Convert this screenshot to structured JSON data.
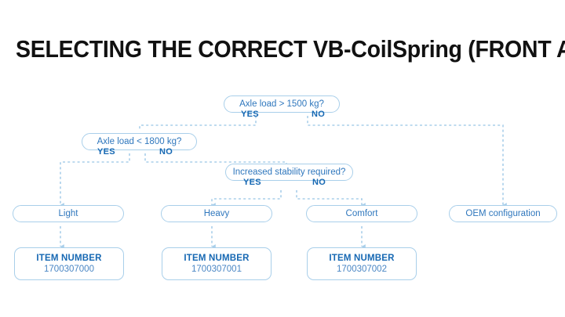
{
  "title": "SELECTING THE CORRECT VB-CoilSpring (FRONT AXLE)",
  "colors": {
    "node_border": "#a9cfea",
    "node_text": "#2f77bd",
    "label_blue": "#1668b3",
    "connector": "#a9cfea",
    "title_black": "#111111",
    "background": "#ffffff"
  },
  "decisions": [
    {
      "id": "axle-load-1500",
      "question": "Axle load > 1500 kg?",
      "yes_label": "YES",
      "no_label": "NO"
    },
    {
      "id": "axle-load-1800",
      "question": "Axle load < 1800 kg?",
      "yes_label": "YES",
      "no_label": "NO"
    },
    {
      "id": "increased-stability",
      "question": "Increased stability required?",
      "yes_label": "YES",
      "no_label": "NO"
    }
  ],
  "categories": [
    {
      "id": "light",
      "label": "Light"
    },
    {
      "id": "heavy",
      "label": "Heavy"
    },
    {
      "id": "comfort",
      "label": "Comfort"
    },
    {
      "id": "oem",
      "label": "OEM configuration"
    }
  ],
  "items": [
    {
      "id": "item-light",
      "heading": "ITEM NUMBER",
      "number": "1700307000"
    },
    {
      "id": "item-heavy",
      "heading": "ITEM NUMBER",
      "number": "1700307001"
    },
    {
      "id": "item-comfort",
      "heading": "ITEM NUMBER",
      "number": "1700307002"
    }
  ]
}
